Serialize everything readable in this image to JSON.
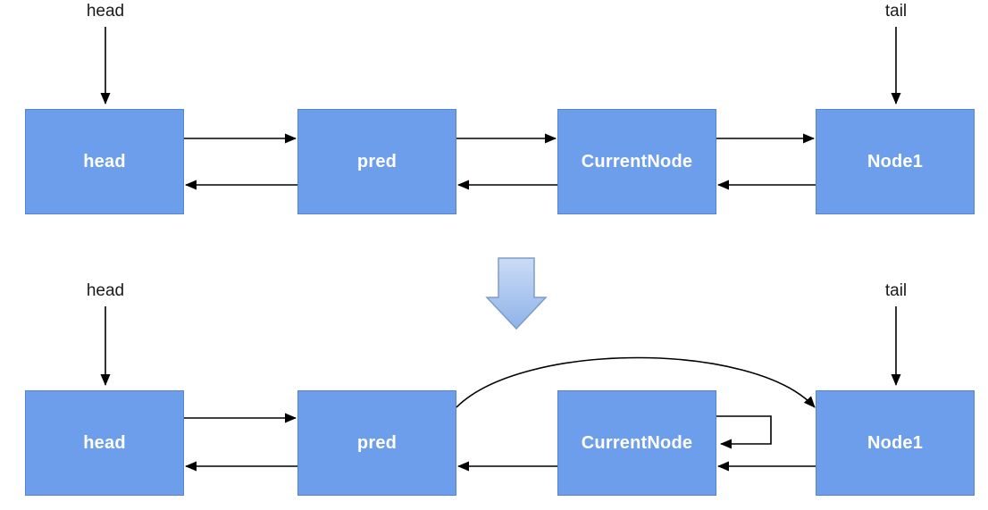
{
  "title": "Doubly linked list node deletion diagram",
  "colors": {
    "node_fill": "#6D9EEB",
    "node_border": "#5585D0",
    "node_text": "#ffffff",
    "arrow_color": "#000000",
    "big_arrow_fill_top": "#CBDCF6",
    "big_arrow_fill_bottom": "#8FB2E8",
    "big_arrow_border": "#7D9CC8",
    "label_color": "#1a1a1a"
  },
  "diagrams": {
    "before": {
      "head_pointer_label": "head",
      "tail_pointer_label": "tail",
      "nodes": [
        {
          "label": "head"
        },
        {
          "label": "pred"
        },
        {
          "label": "CurrentNode"
        },
        {
          "label": "Node1"
        }
      ]
    },
    "after": {
      "head_pointer_label": "head",
      "tail_pointer_label": "tail",
      "nodes": [
        {
          "label": "head"
        },
        {
          "label": "pred"
        },
        {
          "label": "CurrentNode"
        },
        {
          "label": "Node1"
        }
      ]
    }
  },
  "transition": {
    "symbol_name": "down-block-arrow"
  }
}
